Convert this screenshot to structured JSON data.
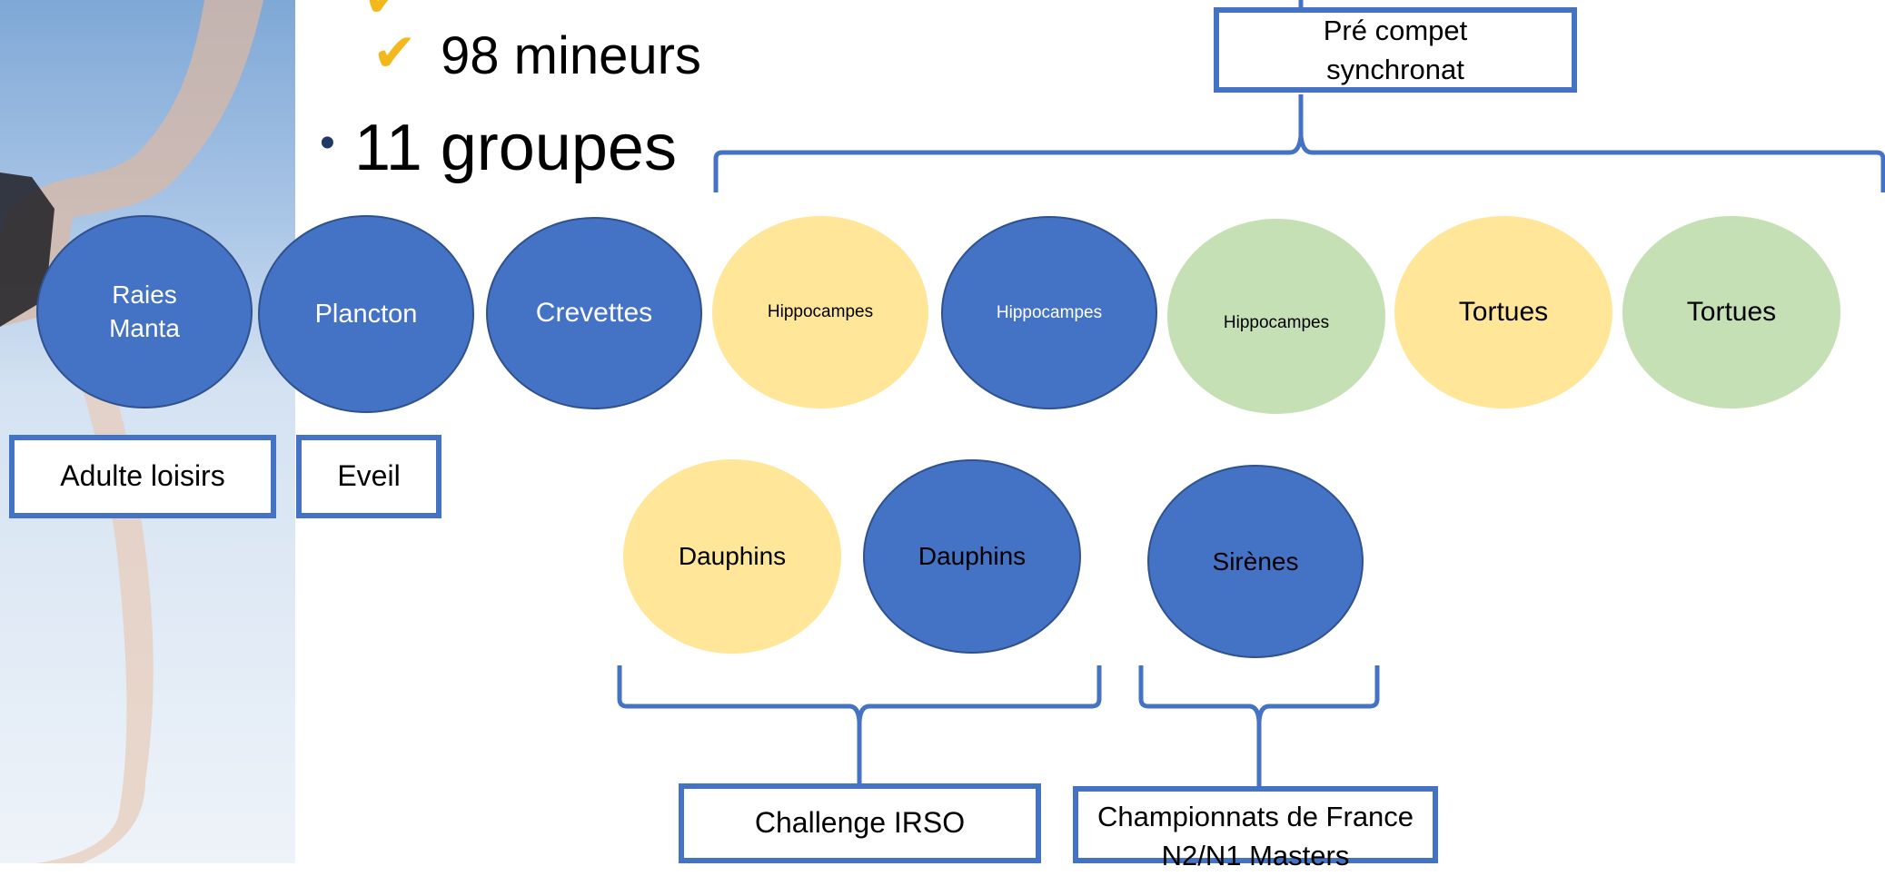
{
  "slide": {
    "partial_line": "✔ ... j...",
    "minors": "98 mineurs",
    "groups": "11 groupes"
  },
  "circles": [
    {
      "label": "Raies\nManta",
      "color": "blue"
    },
    {
      "label": "Plancton",
      "color": "blue"
    },
    {
      "label": "Crevettes",
      "color": "blue"
    },
    {
      "label": "Hippocampes",
      "color": "yellow"
    },
    {
      "label": "Hippocampes",
      "color": "blue"
    },
    {
      "label": "Hippocampes",
      "color": "green"
    },
    {
      "label": "Tortues",
      "color": "yellow"
    },
    {
      "label": "Tortues",
      "color": "green"
    },
    {
      "label": "Dauphins",
      "color": "yellow"
    },
    {
      "label": "Dauphins",
      "color": "blue"
    },
    {
      "label": "Sirènes",
      "color": "blue"
    }
  ],
  "boxes": {
    "pre_compet": "Pré compet synchronat",
    "adulte": "Adulte loisirs",
    "eveil": "Eveil",
    "challenge": "Challenge IRSO",
    "championnats": "Championnats de France N2/N1 Masters"
  },
  "colors": {
    "blue": "#4472c4",
    "yellow": "#ffe699",
    "green": "#c5e0b4",
    "check": "#f3b81c"
  }
}
